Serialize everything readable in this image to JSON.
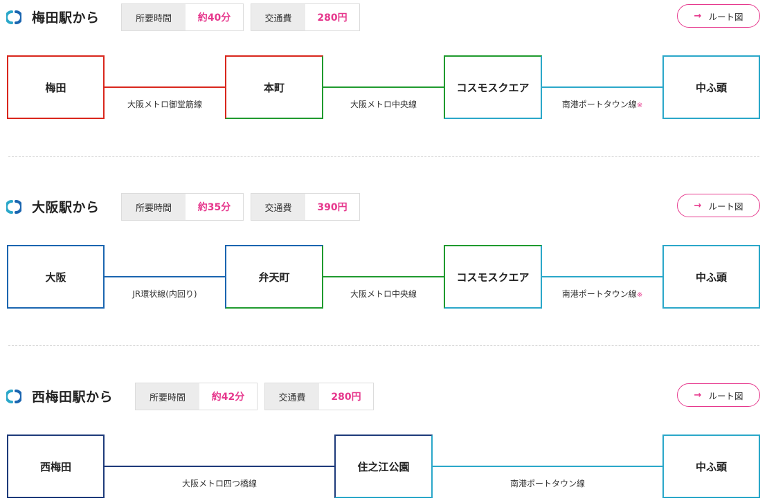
{
  "routes": [
    {
      "title": "梅田駅から",
      "time_label": "所要時間",
      "time_value": "約40分",
      "fare_label": "交通費",
      "fare_value": "280円",
      "map_button": "ルート図",
      "stations": [
        "梅田",
        "本町",
        "コスモスクエア",
        "中ふ頭"
      ],
      "lines": [
        "大阪メトロ御堂筋線",
        "大阪メトロ中央線",
        "南港ポートタウン線"
      ],
      "note_mark": "※"
    },
    {
      "title": "大阪駅から",
      "time_label": "所要時間",
      "time_value": "約35分",
      "fare_label": "交通費",
      "fare_value": "390円",
      "map_button": "ルート図",
      "stations": [
        "大阪",
        "弁天町",
        "コスモスクエア",
        "中ふ頭"
      ],
      "lines": [
        "JR環状線(内回り)",
        "大阪メトロ中央線",
        "南港ポートタウン線"
      ],
      "note_mark": "※"
    },
    {
      "title": "西梅田駅から",
      "time_label": "所要時間",
      "time_value": "約42分",
      "fare_label": "交通費",
      "fare_value": "280円",
      "map_button": "ルート図",
      "stations": [
        "西梅田",
        "住之江公園",
        "中ふ頭"
      ],
      "lines": [
        "大阪メトロ四つ橋線",
        "南港ポートタウン線"
      ]
    }
  ],
  "colors": {
    "accent": "#e6388d",
    "midosuji": "#d9261c",
    "chuo": "#1f9a2e",
    "new_tram": "#2aa7c9",
    "jr_loop": "#1a65b0",
    "yotsubashi": "#1d3a7a"
  },
  "icons": {
    "route": "route-marker-icon",
    "map_arrow": "arrow-right-icon"
  }
}
